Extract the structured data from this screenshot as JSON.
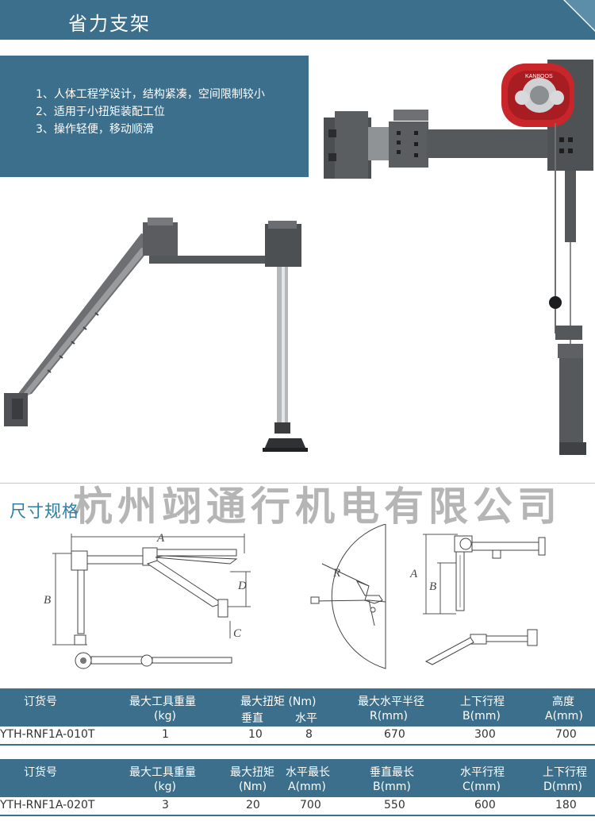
{
  "header": {
    "title": "省力支架"
  },
  "features": [
    "1、人体工程学设计，结构紧凑，空间限制较小",
    "2、适用于小扭矩装配工位",
    "3、操作轻便，移动顺滑"
  ],
  "product_label": "KANBOOS",
  "section": {
    "title": "尺寸规格"
  },
  "watermark": "杭州翊通行机电有限公司",
  "diagram_labels": {
    "A": "A",
    "B": "B",
    "C": "C",
    "D": "D",
    "R": "R"
  },
  "table1": {
    "h1": [
      "订货号",
      "最大工具重量",
      "最大扭矩 (Nm)",
      "最大水平半径",
      "上下行程",
      "高度"
    ],
    "h2": [
      "(kg)",
      "垂直",
      "水平",
      "R(mm)",
      "B(mm)",
      "A(mm)"
    ],
    "row": [
      "YTH-RNF1A-010T",
      "1",
      "10",
      "8",
      "670",
      "300",
      "700"
    ]
  },
  "table2": {
    "h1": [
      "订货号",
      "最大工具重量",
      "最大扭矩",
      "水平最长",
      "垂直最长",
      "水平行程",
      "上下行程"
    ],
    "h2": [
      "(kg)",
      "(Nm)",
      "A(mm)",
      "B(mm)",
      "C(mm)",
      "D(mm)"
    ],
    "row": [
      "YTH-RNF1A-020T",
      "3",
      "20",
      "700",
      "550",
      "600",
      "180"
    ]
  },
  "colors": {
    "accent": "#3b6f8c",
    "title_blue": "#2f7ea7",
    "reel_red": "#c8262b"
  }
}
